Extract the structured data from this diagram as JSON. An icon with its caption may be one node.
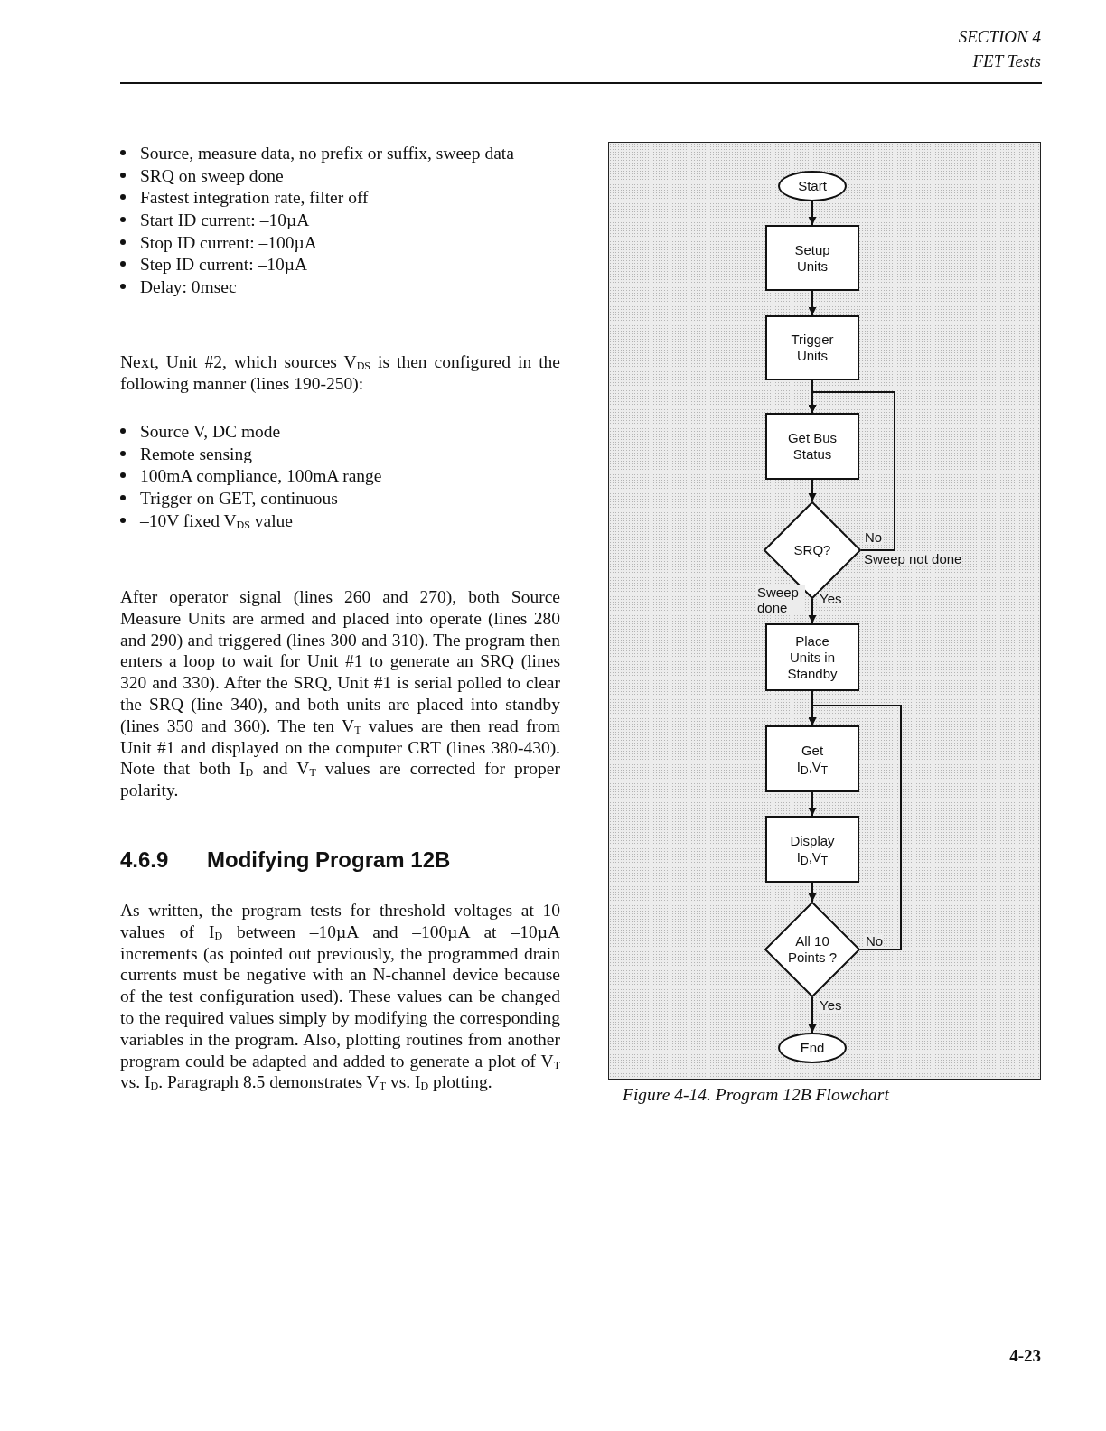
{
  "diagram": {
    "caption": "Figure 4-14. Program 12B Flowchart",
    "nodes": [
      {
        "text": [
          "Start"
        ]
      },
      {
        "text": [
          "Setup Units"
        ]
      },
      {
        "text": [
          "Trigger Units"
        ]
      },
      {
        "text": [
          "Get Bus Status"
        ]
      },
      {
        "text": [
          "SRQ?"
        ]
      },
      {
        "text": [
          "Place Units in Standby"
        ]
      },
      {
        "text": [
          "Get I$_{D}$,V$_{T}$"
        ]
      },
      {
        "text": [
          "Display I$_{D}$,V$_{T}$"
        ]
      },
      {
        "text": [
          "All 10 Points ?"
        ]
      },
      {
        "text": [
          "End"
        ]
      }
    ],
    "edges": [
      {
        "from": 0,
        "to": 1,
        "arrow": "to"
      },
      {
        "from": 1,
        "to": 2,
        "arrow": "to"
      },
      {
        "from": 2,
        "to": 3,
        "arrow": "to"
      },
      {
        "from": 3,
        "to": 4,
        "arrow": "to"
      },
      {
        "from": 4,
        "to": 3,
        "arrow": "to",
        "label": "No"
      },
      {
        "from": 4,
        "to": 5,
        "arrow": "to",
        "label": "Yes"
      },
      {
        "from": 5,
        "to": 6,
        "arrow": "to"
      },
      {
        "from": 6,
        "to": 7,
        "arrow": "to"
      },
      {
        "from": 7,
        "to": 8,
        "arrow": "to"
      },
      {
        "from": 8,
        "to": 6,
        "arrow": "to",
        "label": "No"
      },
      {
        "from": 8,
        "to": 9,
        "arrow": "to",
        "label": "Yes"
      }
    ],
    "labels": [
      "SECTION 4",
      "FET Tests",
      "Source, measure data, no prefix or suffix, sweep data",
      "SRQ on sweep done",
      "Fastest integration rate, filter off",
      "Start ID current: –10µA",
      "Stop ID current: –100µA",
      "Step ID current: –10µA",
      "Delay: 0msec",
      "Next, Unit #2, which sources V$_{DS}$ is then configured in the following manner (lines 190-250):",
      "Source V, DC mode",
      "Remote sensing",
      "100mA compliance, 100mA range",
      "Trigger on GET, continuous",
      "–10V fixed V$_{DS}$ value",
      "After operator signal (lines 260 and 270), both Source Measure Units are armed and placed into operate (lines 280 and 290) and triggered (lines 300 and 310). The program then enters a loop to wait for Unit #1 to generate an SRQ (lines 320 and 330). After the SRQ, Unit #1 is serial polled to clear the SRQ (line 340), and both units are placed into standby (lines 350 and 360). The ten V$_{T}$ values are then read from Unit #1 and displayed on the computer CRT (lines 380-430). Note that both I$_{D}$ and V$_{T}$ values are corrected for proper polarity.",
      "4.6.9",
      "Modifying Program 12B",
      "As written, the program tests for threshold voltages at 10 values of I$_{D}$ between –10µA and –100µA at –10µA increments (as pointed out previously, the programmed drain currents must be negative with an N-channel device because of the test configuration used). These values can be changed to the required values simply by modifying the corresponding variables in the program. Also, plotting routines from another program could be adapted and added to generate a plot of V$_{T}$ vs. I$_{D}$. Paragraph 8.5 demonstrates V$_{T}$ vs. I$_{D}$ plotting.",
      "Sweep not done",
      "Sweep done",
      "4-23"
    ]
  }
}
